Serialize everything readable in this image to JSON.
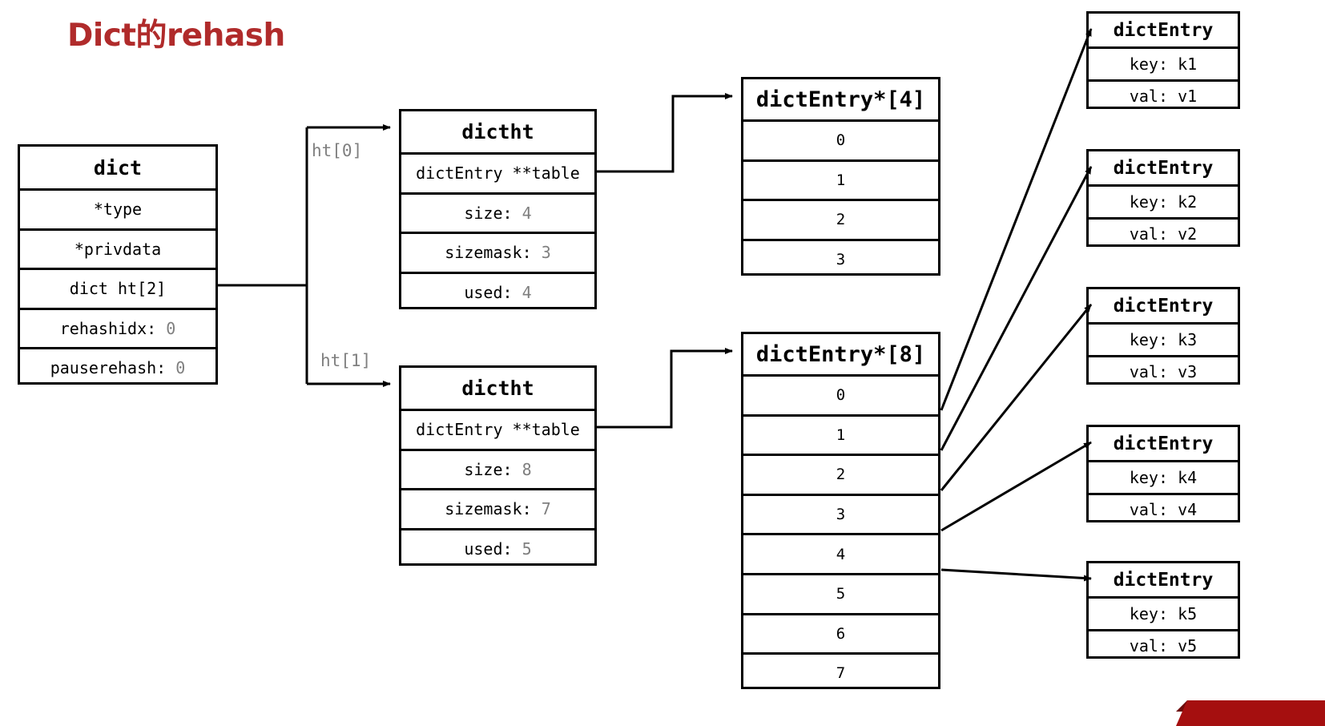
{
  "title": "Dict的rehash",
  "colors": {
    "title": "#b02b2b",
    "stroke": "#000000",
    "value_text": "#7f7f7f",
    "ht_label": "#808080",
    "banner": "#a50f0f"
  },
  "dict_struct": {
    "header": "dict",
    "fields": [
      {
        "label": "*type",
        "value": ""
      },
      {
        "label": "*privdata",
        "value": ""
      },
      {
        "label": "dict ht[2]",
        "value": ""
      },
      {
        "label": "rehashidx:",
        "value": "0"
      },
      {
        "label": "pauserehash:",
        "value": "0"
      }
    ]
  },
  "pointer_labels": {
    "ht0": "ht[0]",
    "ht1": "ht[1]"
  },
  "dictht": [
    {
      "header": "dictht",
      "fields": [
        {
          "label": "dictEntry **table",
          "value": ""
        },
        {
          "label": "size:",
          "value": "4"
        },
        {
          "label": "sizemask:",
          "value": "3"
        },
        {
          "label": "used:",
          "value": "4"
        }
      ]
    },
    {
      "header": "dictht",
      "fields": [
        {
          "label": "dictEntry **table",
          "value": ""
        },
        {
          "label": "size:",
          "value": "8"
        },
        {
          "label": "sizemask:",
          "value": "7"
        },
        {
          "label": "used:",
          "value": "5"
        }
      ]
    }
  ],
  "arrays": [
    {
      "header": "dictEntry*[4]",
      "slots": [
        "0",
        "1",
        "2",
        "3"
      ]
    },
    {
      "header": "dictEntry*[8]",
      "slots": [
        "0",
        "1",
        "2",
        "3",
        "4",
        "5",
        "6",
        "7"
      ]
    }
  ],
  "entries": [
    {
      "header": "dictEntry",
      "key_label": "key:",
      "key_value": "k1",
      "val_label": "val:",
      "val_value": "v1"
    },
    {
      "header": "dictEntry",
      "key_label": "key:",
      "key_value": "k2",
      "val_label": "val:",
      "val_value": "v2"
    },
    {
      "header": "dictEntry",
      "key_label": "key:",
      "key_value": "k3",
      "val_label": "val:",
      "val_value": "v3"
    },
    {
      "header": "dictEntry",
      "key_label": "key:",
      "key_value": "k4",
      "val_label": "val:",
      "val_value": "v4"
    },
    {
      "header": "dictEntry",
      "key_label": "key:",
      "key_value": "k5",
      "val_label": "val:",
      "val_value": "v5"
    }
  ],
  "corner_banner": {
    "text": ""
  }
}
